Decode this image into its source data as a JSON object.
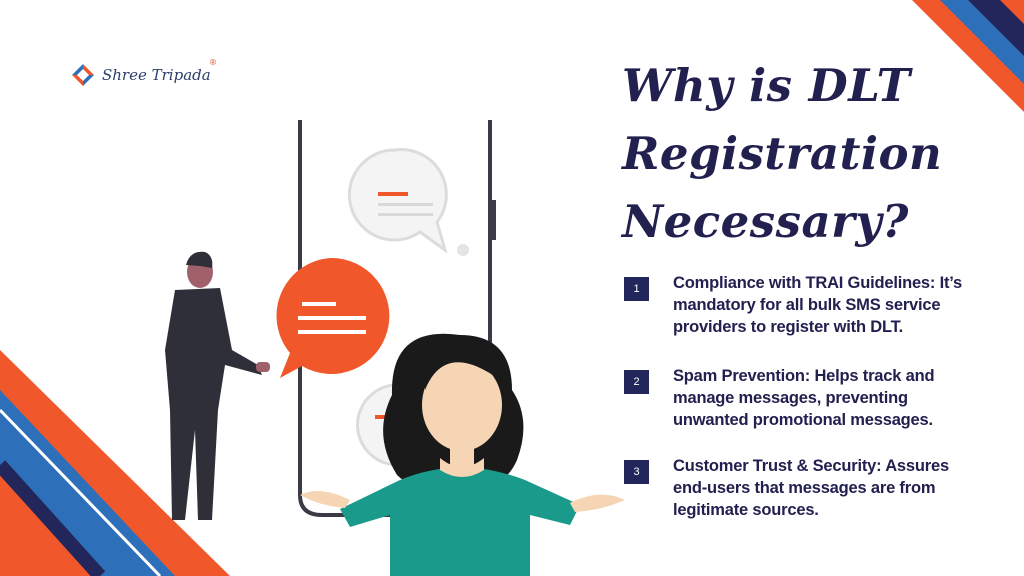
{
  "logo": {
    "text": "Shree Tripada",
    "reg": "®"
  },
  "title": {
    "lines": [
      "Why is DLT",
      "Registration",
      "Necessary?"
    ]
  },
  "points": [
    {
      "num": "1",
      "text": "Compliance with TRAI Guidelines: It’s mandatory for all bulk SMS service providers to register with DLT."
    },
    {
      "num": "2",
      "text": "Spam Prevention: Helps track and manage messages, preventing unwanted promotional messages."
    },
    {
      "num": "3",
      "text": "Customer Trust & Security: Assures end-users that messages are from legitimate sources."
    }
  ],
  "colors": {
    "navy": "#22204f",
    "orange": "#f0582c",
    "blue": "#2d6fb8",
    "teal": "#1a9a8a"
  }
}
